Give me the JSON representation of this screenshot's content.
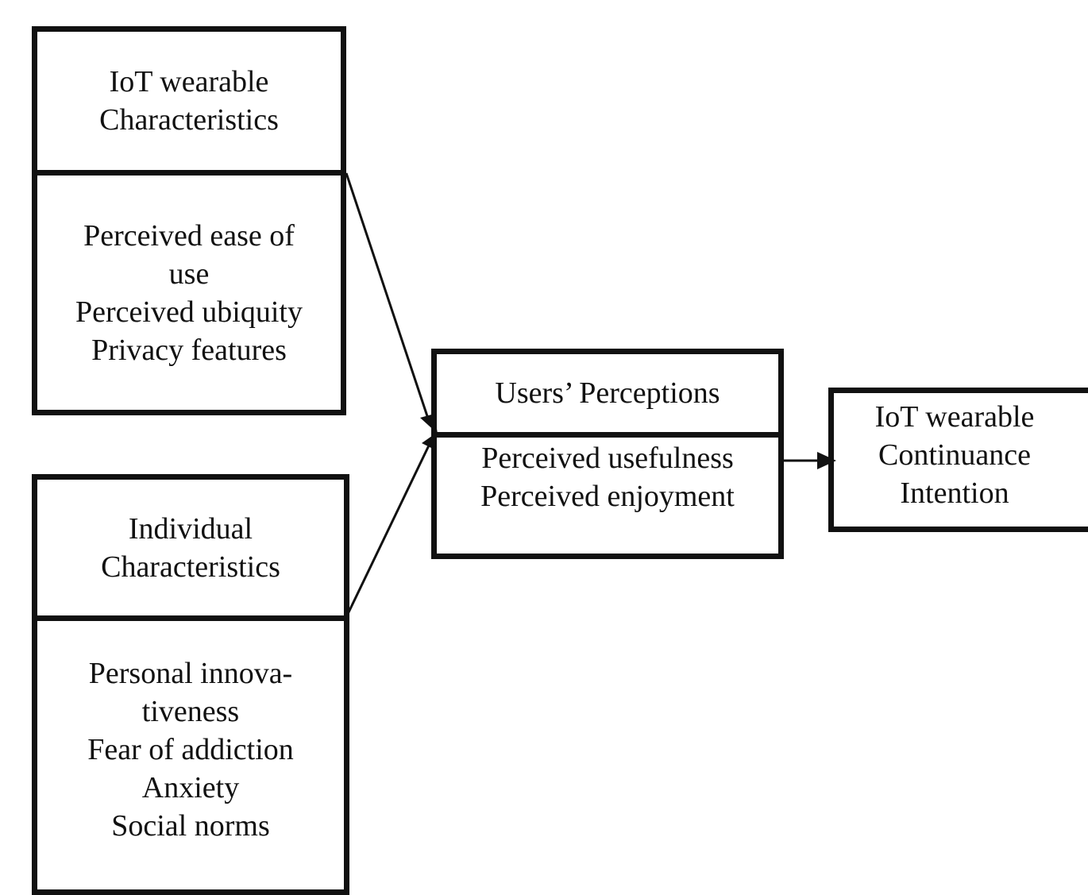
{
  "boxes": {
    "iot_characteristics": {
      "title": [
        "IoT wearable",
        "Characteristics"
      ],
      "items": [
        "Perceived ease of",
        "use",
        "Perceived ubiquity",
        "Privacy features"
      ]
    },
    "individual_characteristics": {
      "title": [
        "Individual",
        "Characteristics"
      ],
      "items": [
        "Personal innova-",
        "tiveness",
        "Fear of addiction",
        "Anxiety",
        "Social norms"
      ]
    },
    "users_perceptions": {
      "title": [
        "Users’ Perceptions"
      ],
      "items": [
        "Perceived usefulness",
        "Perceived enjoyment"
      ]
    },
    "continuance_intention": {
      "title": [
        "IoT wearable",
        "Continuance",
        "Intention"
      ]
    }
  },
  "colors": {
    "stroke": "#111111",
    "background": "#ffffff"
  }
}
